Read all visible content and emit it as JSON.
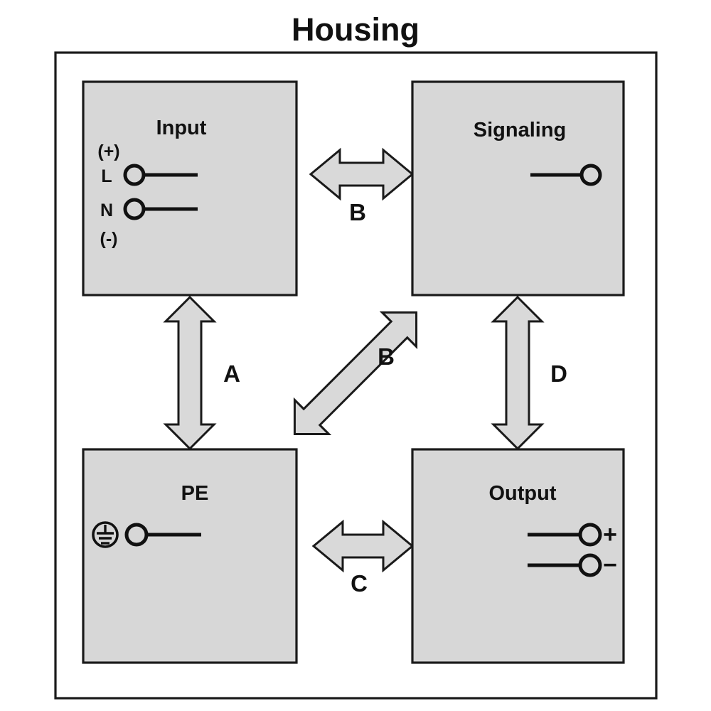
{
  "diagram": {
    "title": "Housing",
    "blocks": [
      {
        "id": "input",
        "label": "Input",
        "terminals": [
          {
            "name": "plus-paren",
            "label": "(+)"
          },
          {
            "name": "line",
            "label": "L"
          },
          {
            "name": "neutral",
            "label": "N"
          },
          {
            "name": "minus-paren",
            "label": "(-)"
          }
        ]
      },
      {
        "id": "signaling",
        "label": "Signaling",
        "terminals": []
      },
      {
        "id": "pe",
        "label": "PE",
        "terminals": [
          {
            "name": "protective-earth",
            "label": ""
          }
        ]
      },
      {
        "id": "output",
        "label": "Output",
        "terminals": [
          {
            "name": "positive",
            "label": "+"
          },
          {
            "name": "negative",
            "label": "−"
          }
        ]
      }
    ],
    "arrows": [
      {
        "id": "a",
        "label": "A",
        "from": "input",
        "to": "pe",
        "orientation": "vertical",
        "double_headed": true
      },
      {
        "id": "b1",
        "label": "B",
        "from": "input",
        "to": "signaling",
        "orientation": "horizontal",
        "double_headed": true
      },
      {
        "id": "b2",
        "label": "B",
        "from": "input",
        "to": "output",
        "orientation": "diagonal",
        "double_headed": true
      },
      {
        "id": "c",
        "label": "C",
        "from": "pe",
        "to": "output",
        "orientation": "horizontal",
        "double_headed": true
      },
      {
        "id": "d",
        "label": "D",
        "from": "signaling",
        "to": "output",
        "orientation": "vertical",
        "double_headed": true
      }
    ],
    "colors": {
      "block_fill": "#d7d7d7",
      "arrow_fill": "#d9d9d9",
      "stroke": "#1a1a1a",
      "background": "#ffffff"
    }
  }
}
